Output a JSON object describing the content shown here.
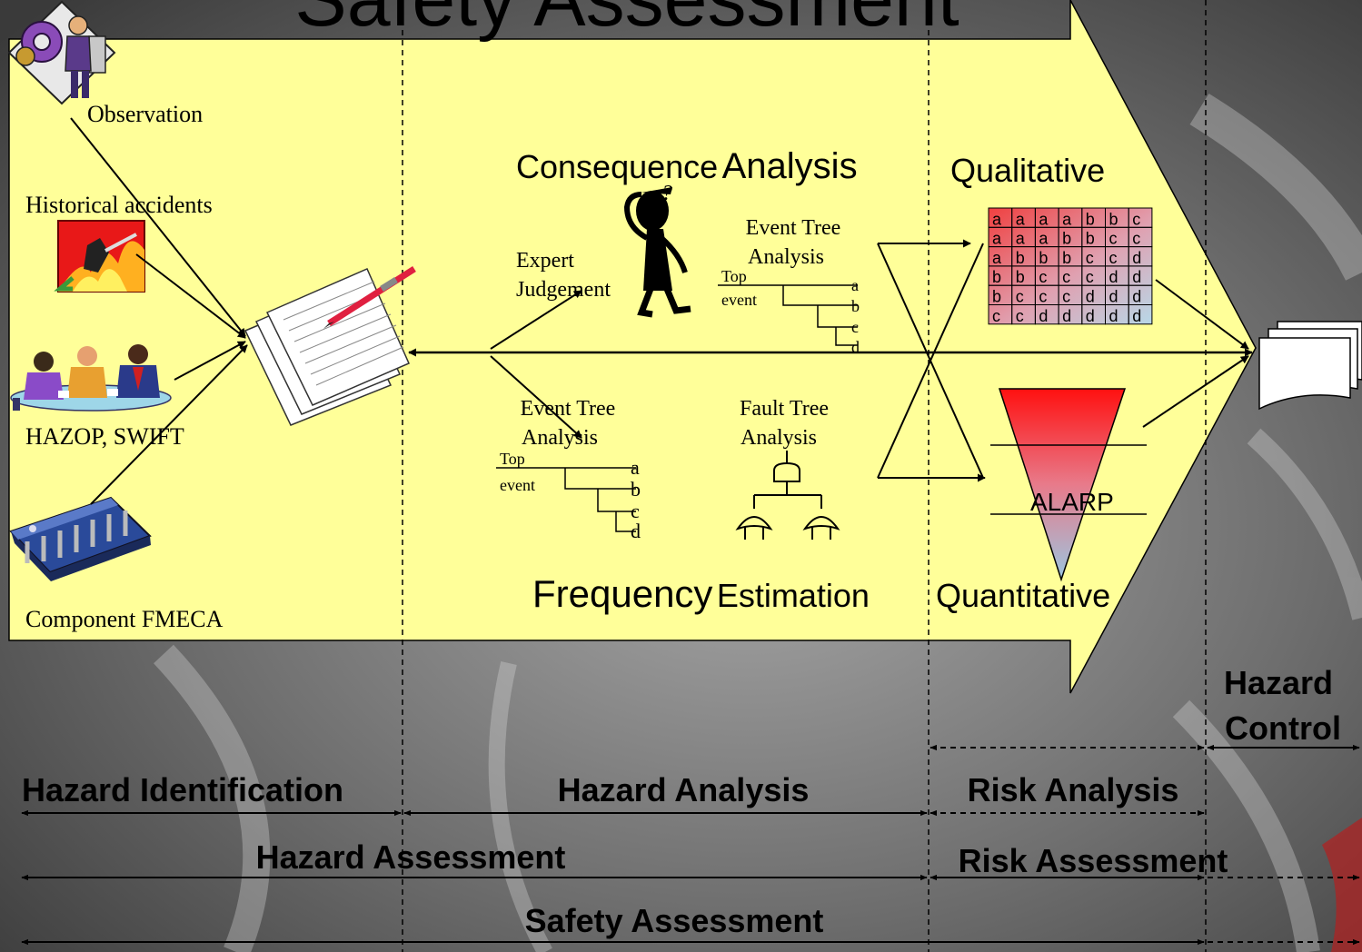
{
  "title": "Safety Assessment",
  "inputs": {
    "observation": "Observation",
    "historical": "Historical accidents",
    "hazop": "HAZOP, SWIFT",
    "fmeca": "Component FMECA"
  },
  "analysis": {
    "consequence_word1": "Consequence",
    "consequence_word2": "Analysis",
    "frequency_word1": "Frequency",
    "frequency_word2": "Estimation",
    "expert_line1": "Expert",
    "expert_line2": "Judgement",
    "question_mark": "?",
    "event_tree_line1": "Event Tree",
    "event_tree_line2": "Analysis",
    "fault_tree_line1": "Fault Tree",
    "fault_tree_line2": "Analysis",
    "top_word": "Top",
    "event_word": "event",
    "branch_labels": [
      "a",
      "b",
      "c",
      "d"
    ]
  },
  "risk": {
    "qualitative": "Qualitative",
    "quantitative": "Quantitative",
    "alarp": "ALARP",
    "matrix": [
      [
        "a",
        "a",
        "a",
        "a",
        "b",
        "b",
        "c"
      ],
      [
        "a",
        "a",
        "a",
        "b",
        "b",
        "c",
        "c"
      ],
      [
        "a",
        "b",
        "b",
        "b",
        "c",
        "c",
        "d"
      ],
      [
        "b",
        "b",
        "c",
        "c",
        "c",
        "d",
        "d"
      ],
      [
        "b",
        "c",
        "c",
        "c",
        "d",
        "d",
        "d"
      ],
      [
        "c",
        "c",
        "d",
        "d",
        "d",
        "d",
        "d"
      ]
    ]
  },
  "phases": {
    "hazard_identification": "Hazard Identification",
    "hazard_analysis": "Hazard Analysis",
    "risk_analysis": "Risk Analysis",
    "hazard_control_line1": "Hazard",
    "hazard_control_line2": "Control",
    "hazard_assessment": "Hazard Assessment",
    "risk_assessment": "Risk Assessment",
    "safety_assessment": "Safety Assessment"
  },
  "colors": {
    "arrow_fill": "#ffff99",
    "stroke": "#000000"
  }
}
